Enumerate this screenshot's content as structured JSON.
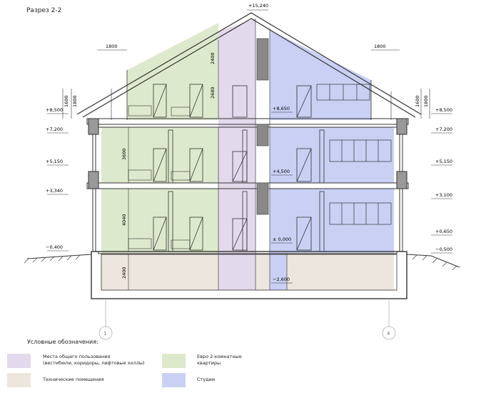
{
  "title": "Разрез 2-2",
  "top_mark": "+15,240",
  "dimensions": {
    "roof_left_width": "1800",
    "roof_right_width": "1800",
    "attic_upper_height": "2400",
    "attic_lower_height": "2680",
    "floor2_height": "3600",
    "floor1_height": "4040",
    "basement_height": "2400",
    "eave_left_a": "1600",
    "eave_left_b": "1800",
    "eave_right_a": "1600",
    "eave_right_b": "1800"
  },
  "levels_left": [
    "+8,500",
    "+7,200",
    "+5,150",
    "+3,340",
    "−0,400"
  ],
  "levels_right": [
    "+8,500",
    "+7,200",
    "+5,150",
    "+3,100",
    "+0,650",
    "−0,500"
  ],
  "levels_inner": [
    "+8,650",
    "+4,500",
    "± 0,000",
    "−2,600"
  ],
  "axes": [
    "1",
    "4"
  ],
  "legend": {
    "title": "Условные обозначения:",
    "items": [
      {
        "label": "Места общего пользования\n(вестибюли, коридоры, лифтовые холлы)",
        "color": "#e3d9ec"
      },
      {
        "label": "Евро 2-комнатные\nквартиры",
        "color": "#dde9cc"
      },
      {
        "label": "Технические помещения",
        "color": "#ece6df"
      },
      {
        "label": "Студии",
        "color": "#c9d0f4"
      }
    ]
  },
  "colors": {
    "common": "#e3d9ec",
    "euro2": "#dde9cc",
    "technical": "#ece6df",
    "studio": "#c9d0f4",
    "line": "#333333"
  }
}
